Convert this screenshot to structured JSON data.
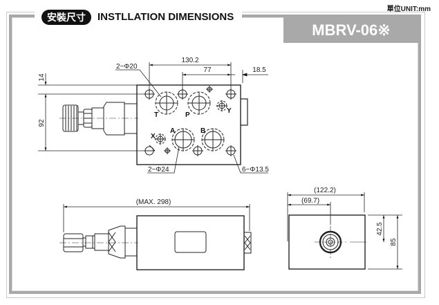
{
  "header": {
    "badge": "安裝尺寸",
    "title": "INSTLLATION DIMENSIONS",
    "unit": "單位UNIT:mm",
    "model": "MBRV-06※"
  },
  "top_view": {
    "dimensions": {
      "overall_width": "130.2",
      "port_offset": "77",
      "edge_offset": "18.5",
      "top_offset": "14",
      "height": "92"
    },
    "callouts": {
      "ports_TP": "2−Φ20",
      "ports_AB": "2−Φ24",
      "bolt_holes": "6−Φ13.5"
    },
    "port_labels": {
      "T": "T",
      "P": "P",
      "Y": "Y",
      "X": "X",
      "A": "A",
      "B": "B"
    }
  },
  "side_view": {
    "dimensions": {
      "max_length": "(MAX. 298)"
    }
  },
  "end_view": {
    "dimensions": {
      "width": "(122.2)",
      "center_offset": "(69.7)",
      "center_height": "42.5",
      "height": "85"
    }
  }
}
